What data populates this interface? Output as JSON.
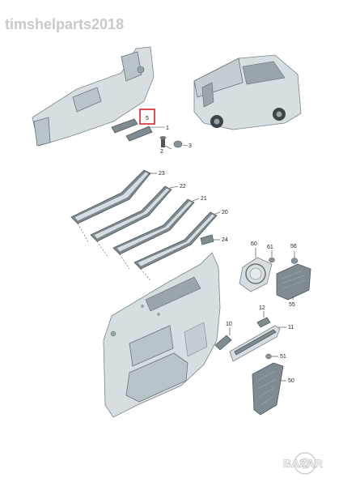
{
  "watermark": "timshelparts2018",
  "logo_text": "BAZAR",
  "highlight_color": "#d9262b",
  "callouts": {
    "c5": "5",
    "c1": "1",
    "c2": "2",
    "c3": "3",
    "c23": "23",
    "c22": "22",
    "c21": "21",
    "c20": "20",
    "c24": "24",
    "c60": "60",
    "c61": "61",
    "c56": "56",
    "c55": "55",
    "c12": "12",
    "c10": "10",
    "c11": "11",
    "c51": "51",
    "c50": "50"
  }
}
